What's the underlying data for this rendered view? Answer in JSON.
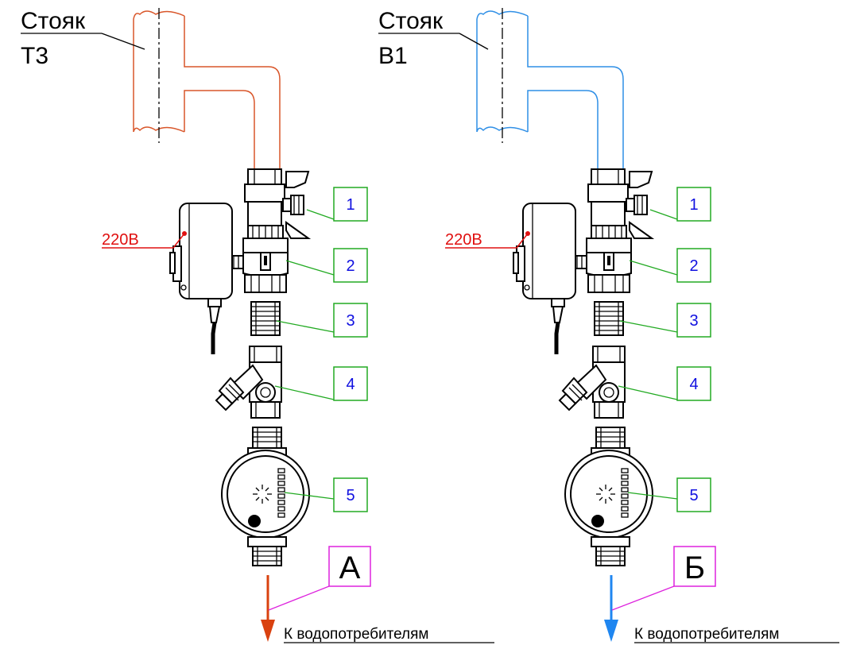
{
  "left": {
    "riser_label_line1": "Стояк",
    "riser_label_line2": "Т3",
    "voltage_label": "220В",
    "marker_letter": "А",
    "destination_label": "К водопотребителям",
    "pipe_color": "#d9562a",
    "arrow_color": "#d9410f"
  },
  "right": {
    "riser_label_line1": "Стояк",
    "riser_label_line2": "В1",
    "voltage_label": "220В",
    "marker_letter": "Б",
    "destination_label": "К водопотребителям",
    "pipe_color": "#2f8fe6",
    "arrow_color": "#1f86f0"
  },
  "callouts": [
    "1",
    "2",
    "3",
    "4",
    "5"
  ],
  "colors": {
    "callout_border": "#22aa22",
    "callout_text": "#1010e0",
    "voltage": "#e01010",
    "marker_border": "#dd22dd"
  }
}
